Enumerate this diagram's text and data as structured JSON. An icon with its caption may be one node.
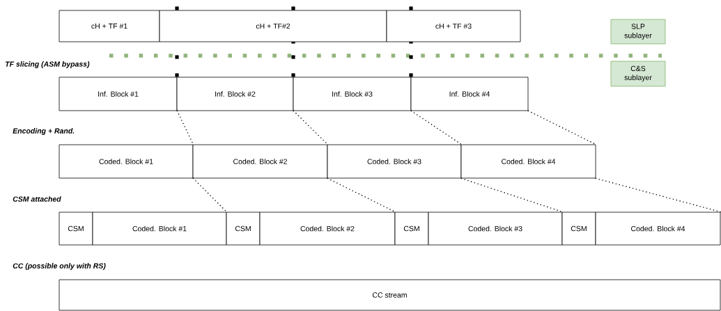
{
  "diagram": {
    "nodes": [
      {
        "text": [
          "cH + TF #1"
        ]
      },
      {
        "text": [
          "cH + TF#2"
        ]
      },
      {
        "text": [
          "cH + TF #3"
        ]
      },
      {
        "text": [
          "SLP sublayer"
        ]
      },
      {
        "text": [
          "C&S sublayer"
        ]
      },
      {
        "text": [
          "Inf. Block #1"
        ]
      },
      {
        "text": [
          "Inf. Block #2"
        ]
      },
      {
        "text": [
          "Inf. Block #3"
        ]
      },
      {
        "text": [
          "Inf. Block #4"
        ]
      },
      {
        "text": [
          "Coded. Block #1"
        ]
      },
      {
        "text": [
          "Coded. Block #2"
        ]
      },
      {
        "text": [
          "Coded. Block #3"
        ]
      },
      {
        "text": [
          "Coded. Block #4"
        ]
      },
      {
        "text": [
          "CSM"
        ]
      },
      {
        "text": [
          "Coded. Block #1"
        ]
      },
      {
        "text": [
          "CSM"
        ]
      },
      {
        "text": [
          "Coded. Block #2"
        ]
      },
      {
        "text": [
          "CSM"
        ]
      },
      {
        "text": [
          "Coded. Block #3"
        ]
      },
      {
        "text": [
          "CSM"
        ]
      },
      {
        "text": [
          "Coded. Block #4"
        ]
      },
      {
        "text": [
          "CC stream"
        ]
      }
    ],
    "edges": [
      {
        "from": 5,
        "to": 9,
        "arrow": "none",
        "style": "dashed"
      },
      {
        "from": 6,
        "to": 10,
        "arrow": "none",
        "style": "dashed"
      },
      {
        "from": 7,
        "to": 11,
        "arrow": "none",
        "style": "dashed"
      },
      {
        "from": 8,
        "to": 12,
        "arrow": "none",
        "style": "dashed"
      },
      {
        "from": 9,
        "to": 14,
        "arrow": "none",
        "style": "dashed"
      },
      {
        "from": 10,
        "to": 16,
        "arrow": "none",
        "style": "dashed"
      },
      {
        "from": 11,
        "to": 18,
        "arrow": "none",
        "style": "dashed"
      },
      {
        "from": 12,
        "to": 20,
        "arrow": "none",
        "style": "dashed"
      }
    ],
    "labels": [
      "TF slicing (ASM bypass)",
      "Encoding + Rand.",
      "CSM attached",
      "CC (possible only with RS)"
    ]
  }
}
